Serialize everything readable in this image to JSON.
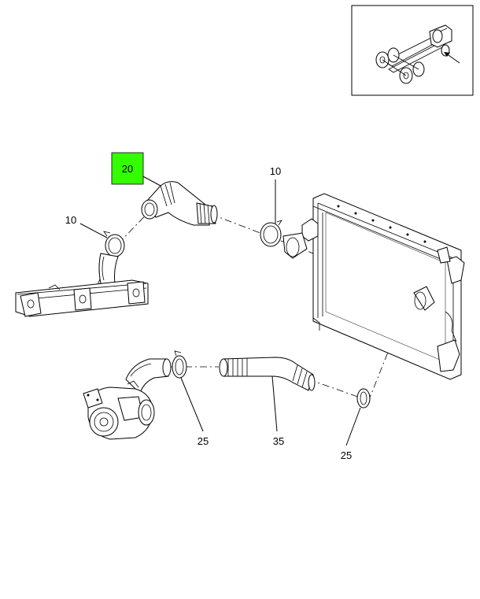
{
  "callouts": {
    "item_20": "20",
    "item_10_left": "10",
    "item_10_right": "10",
    "item_25_left": "25",
    "item_35": "35",
    "item_25_right": "25"
  },
  "colors": {
    "highlight_fill": "#33ff00",
    "line": "#000000",
    "background": "#ffffff"
  },
  "icons": {
    "locator_view": "truck-chassis-icon",
    "locator_arrow": "arrow-icon"
  }
}
